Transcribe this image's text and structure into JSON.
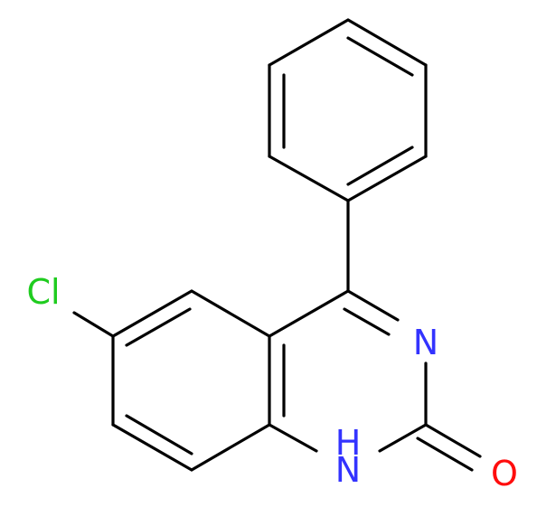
{
  "colors": {
    "background": "#ffffff",
    "bond": "#000000",
    "chlorine": "#1fcc1f",
    "nitrogen": "#3333ff",
    "oxygen": "#ff0d0d"
  },
  "atoms": {
    "chlorine": "Cl",
    "nitrogen_imine": "N",
    "nitrogen_amine": "N",
    "amine_hydrogen": "H",
    "oxygen": "O"
  }
}
